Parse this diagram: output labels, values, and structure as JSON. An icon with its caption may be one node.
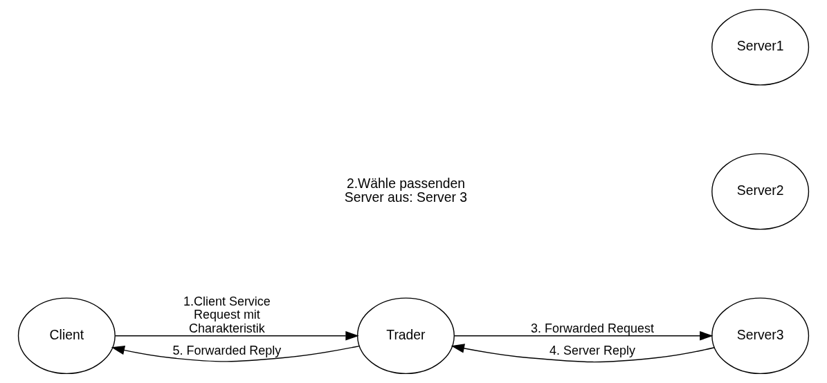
{
  "diagram": {
    "nodes": [
      {
        "text": [
          "Client"
        ]
      },
      {
        "text": [
          "Trader"
        ]
      },
      {
        "text": [
          "Server1"
        ]
      },
      {
        "text": [
          "Server2"
        ]
      },
      {
        "text": [
          "Server3"
        ]
      }
    ],
    "edges": [
      {
        "from": 0,
        "to": 1,
        "arrow": "to",
        "label": "1.Client Service Request mit Charakteristik"
      },
      {
        "from": 1,
        "to": 4,
        "arrow": "to",
        "label": "3. Forwarded Request"
      },
      {
        "from": 4,
        "to": 1,
        "arrow": "to",
        "label": "4. Server Reply"
      },
      {
        "from": 1,
        "to": 0,
        "arrow": "to",
        "label": "5. Forwarded Reply"
      }
    ],
    "labels": [
      "2.Wähle passenden Server aus: Server 3"
    ]
  }
}
